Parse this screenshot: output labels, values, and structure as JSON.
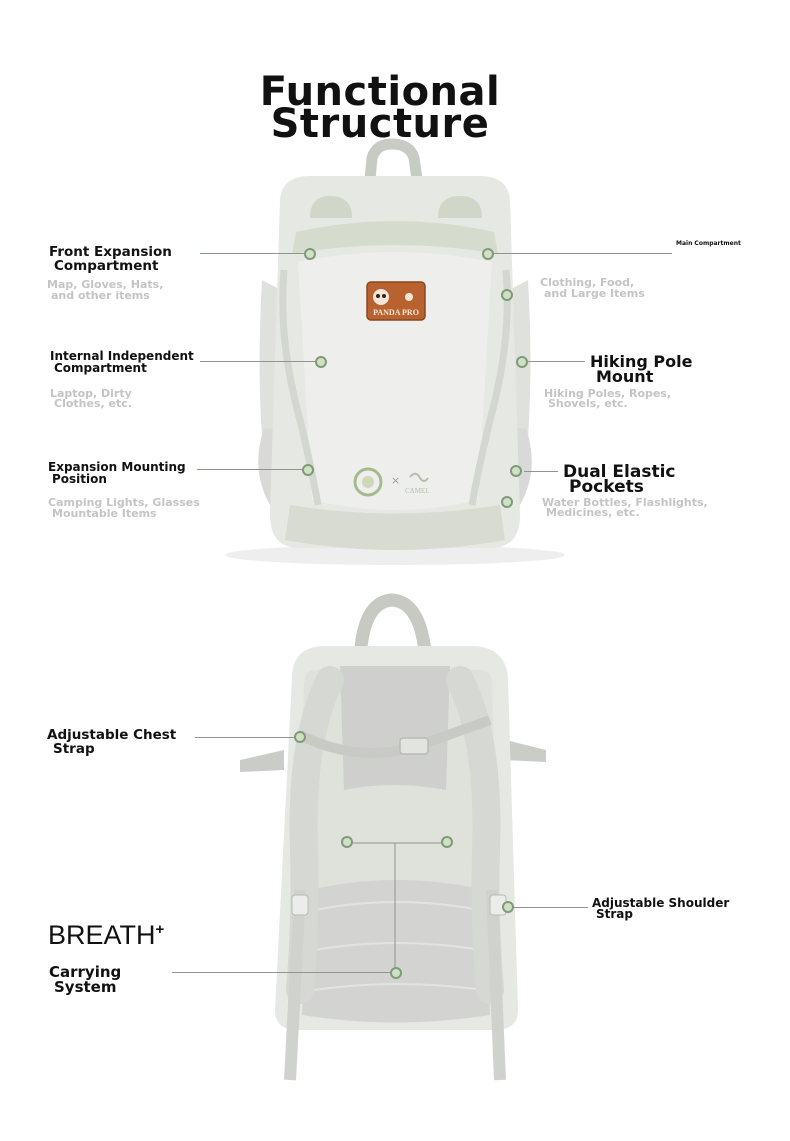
{
  "title": {
    "line1": "Functional",
    "line2": "Structure"
  },
  "front": {
    "badge_text": "PANDA PRO",
    "camel_text": "CAMEL",
    "collab_x": "×",
    "callouts": {
      "front_expansion": {
        "l1": "Front Expansion",
        "l2": "Compartment",
        "s1": "Map, Gloves, Hats,",
        "s2": "and other items"
      },
      "main": {
        "label": "Main Compartment",
        "s1": "Clothing, Food,",
        "s2": "and Large Items"
      },
      "internal": {
        "l1": "Internal Independent",
        "l2": "Compartment",
        "s1": "Laptop, Dirty",
        "s2": "Clothes, etc."
      },
      "hiking": {
        "l1": "Hiking Pole",
        "l2": "Mount",
        "s1": "Hiking Poles, Ropes,",
        "s2": "Shovels, etc."
      },
      "expansion_mount": {
        "l1": "Expansion Mounting",
        "l2": "Position",
        "s1": "Camping Lights, Glasses",
        "s2": "Mountable Items"
      },
      "elastic": {
        "l1": "Dual Elastic",
        "l2": "Pockets",
        "s1": "Water Bottles, Flashlights,",
        "s2": "Medicines, etc."
      }
    }
  },
  "back": {
    "chest": {
      "l1": "Adjustable Chest",
      "l2": "Strap"
    },
    "shoulder": {
      "l1": "Adjustable Shoulder",
      "l2": "Strap"
    },
    "breath": {
      "word": "BREATH",
      "sup": "+"
    },
    "carrying": {
      "l1": "Carrying",
      "l2": "System"
    }
  },
  "colors": {
    "bag_body": "#e6e8e3",
    "bag_trim": "#d3d8cc",
    "accent_green": "#7f9a78",
    "badge_brown": "#b8632f"
  }
}
